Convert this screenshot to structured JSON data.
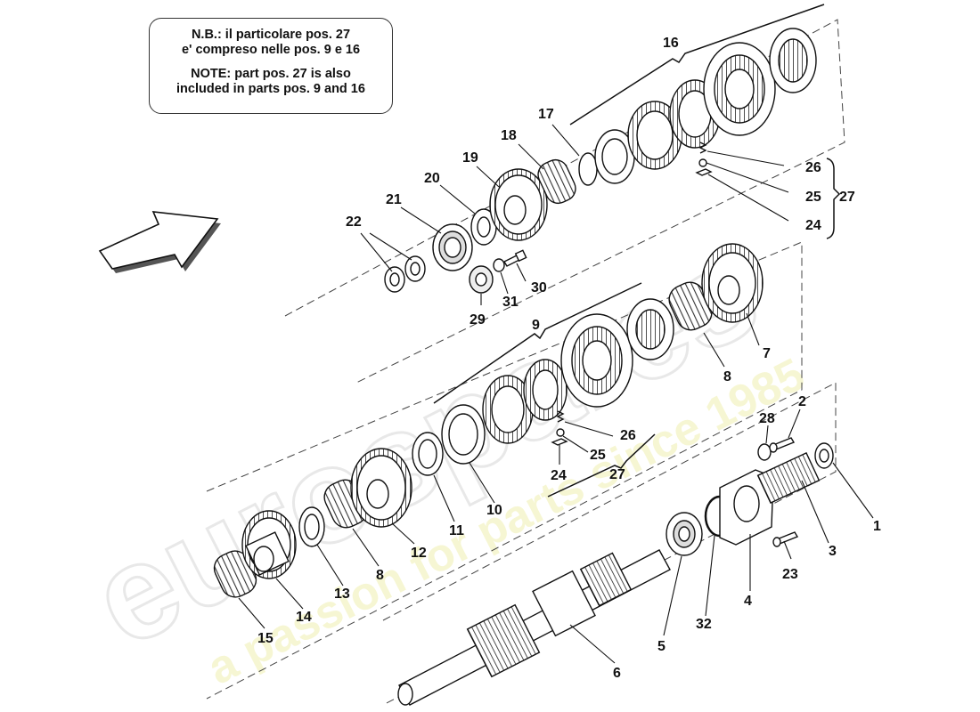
{
  "note": {
    "line1": "N.B.: il particolare pos. 27",
    "line2": "e' compreso nelle pos. 9 e 16",
    "line3": "NOTE: part pos. 27 is also",
    "line4": "included in parts pos. 9 and 16"
  },
  "watermark": {
    "brand": "eurospares",
    "tagline": "a passion for parts since 1985"
  },
  "labels": {
    "p1": "1",
    "p2": "2",
    "p3": "3",
    "p4": "4",
    "p5": "5",
    "p6": "6",
    "p7": "7",
    "p8a": "8",
    "p8b": "8",
    "p9": "9",
    "p10": "10",
    "p11": "11",
    "p12": "12",
    "p13": "13",
    "p14": "14",
    "p15": "15",
    "p16": "16",
    "p17": "17",
    "p18": "18",
    "p19": "19",
    "p20": "20",
    "p21": "21",
    "p22": "22",
    "p23": "23",
    "p24a": "24",
    "p24b": "24",
    "p25a": "25",
    "p25b": "25",
    "p26a": "26",
    "p26b": "26",
    "p27a": "27",
    "p27b": "27",
    "p28": "28",
    "p29": "29",
    "p30": "30",
    "p31": "31",
    "p32": "32"
  }
}
